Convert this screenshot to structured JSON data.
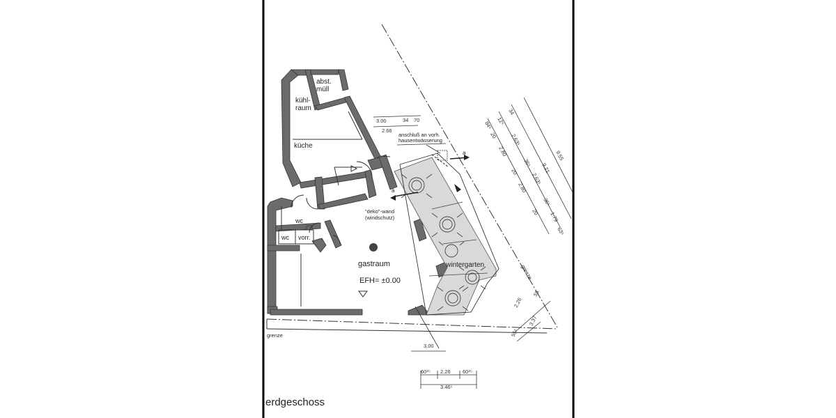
{
  "plan": {
    "title": "erdgeschoss",
    "rooms": {
      "abst_muell_1": "abst.",
      "abst_muell_2": "müll",
      "kuehlraum_1": "kühl-",
      "kuehlraum_2": "raum",
      "kueche": "küche",
      "wc_upper": "wc",
      "wc_lower": "wc",
      "vorr": "vorr.",
      "gastraum": "gastraum",
      "wintergarten": "wintergarten",
      "efh": "EFH= ±0.00"
    },
    "notes": {
      "anschluss_1": "anschluß an vorh.",
      "anschluss_2": "hausentwässerung",
      "deko_1": "\"deko\"-wand",
      "deko_2": "(windschutz)",
      "grenze_bottom": "grenze",
      "grenze_diag": "grenze"
    },
    "section_marks": {
      "left": "a",
      "right": "a"
    },
    "dimensions": {
      "top_300": "3.00",
      "top_34": "34",
      "top_70": "70",
      "top_266": "2.66",
      "r_34": "34",
      "r_12": "12⁵",
      "r_84": "84⁵",
      "r_20a": "20",
      "r_263a": "2.63⁵",
      "r_280a": "2.80",
      "r_36a": "36⁵",
      "r_20b": "20",
      "r_263b": "2.63⁵",
      "r_280b": "2.80",
      "r_36b": "36⁵",
      "r_20c": "20",
      "r_921": "9.21",
      "r_955": "9.55",
      "r_179": "1.79",
      "r_63": "63⁵",
      "b_226": "2.26",
      "b_55a": "55",
      "b_55b": "55⁵",
      "b_337": "3.37",
      "b_300": "3.00",
      "b_60a": "60²⁵",
      "b_226h": "2.26",
      "b_60b": "60²⁵",
      "b_346": "3.46⁵"
    }
  }
}
